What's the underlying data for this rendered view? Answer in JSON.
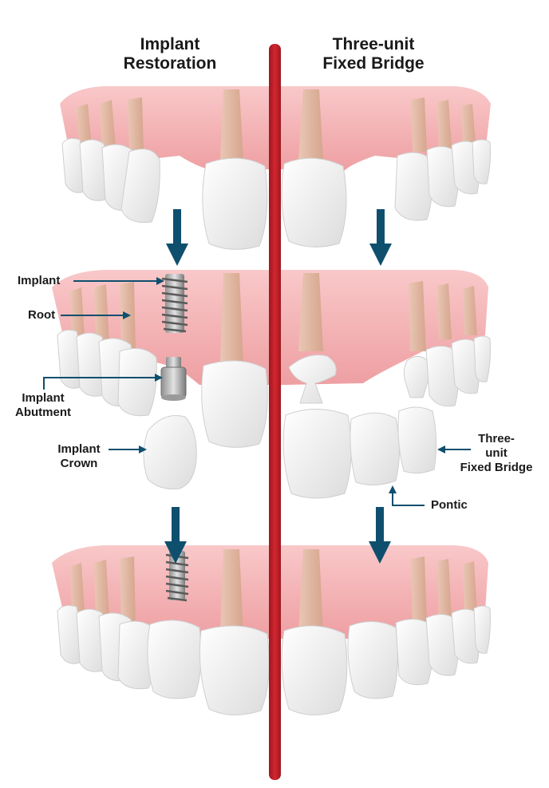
{
  "columns": {
    "left_title": [
      "Implant",
      "Restoration"
    ],
    "right_title": [
      "Three-unit",
      "Fixed Bridge"
    ]
  },
  "labels": {
    "implant": "Implant",
    "root": "Root",
    "implant_abutment": [
      "Implant",
      "Abutment"
    ],
    "implant_crown": [
      "Implant",
      "Crown"
    ],
    "three_unit_fixed_bridge": [
      "Three-",
      "unit",
      "Fixed Bridge"
    ],
    "pontic": "Pontic"
  },
  "colors": {
    "divider": "#c8202a",
    "arrow": "#0f4f6e",
    "gum": "#f4b3b5",
    "tooth": "#f7f7f7",
    "metal": "#b8b8b8"
  }
}
